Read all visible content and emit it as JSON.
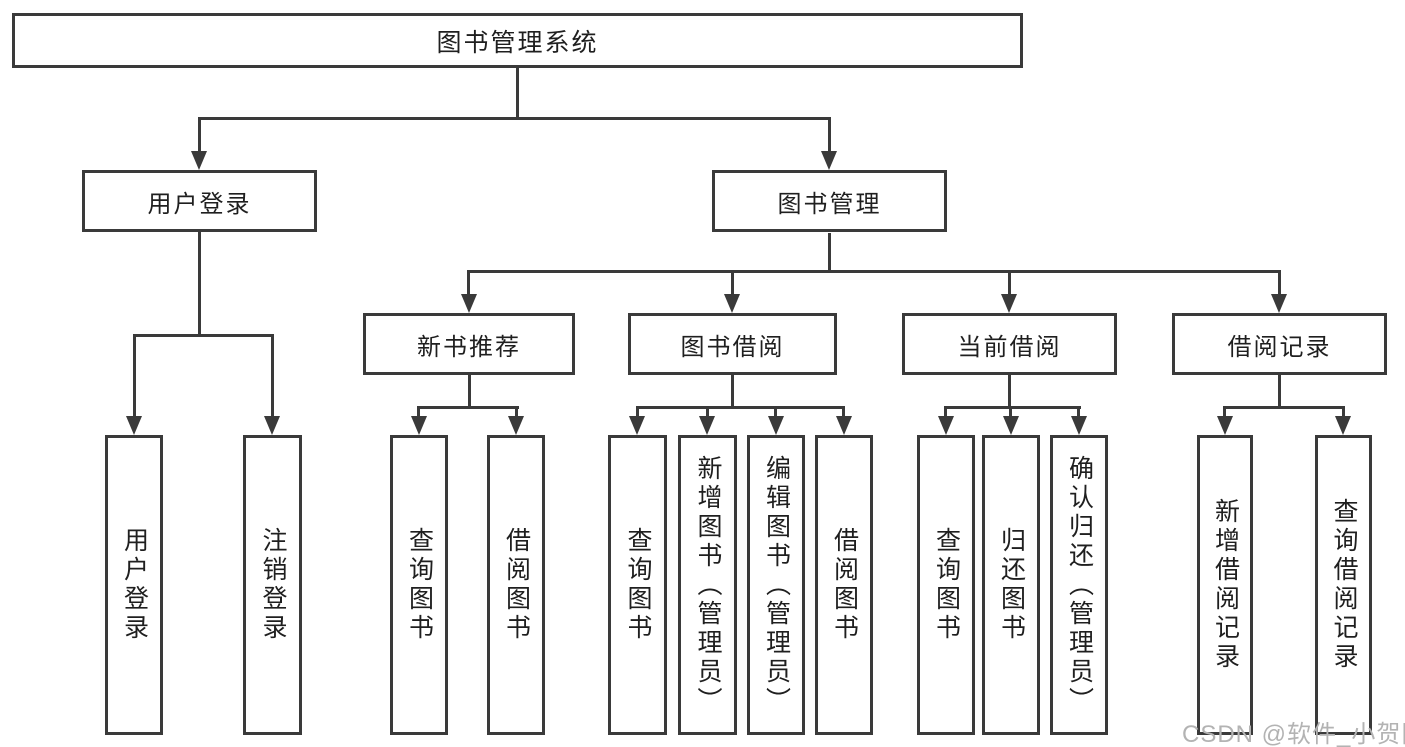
{
  "tree": {
    "label": "图书管理系统",
    "children": [
      {
        "label": "用户登录",
        "children": [
          {
            "label": "用户登录"
          },
          {
            "label": "注销登录"
          }
        ]
      },
      {
        "label": "图书管理",
        "children": [
          {
            "label": "新书推荐",
            "children": [
              {
                "label": "查询图书"
              },
              {
                "label": "借阅图书"
              }
            ]
          },
          {
            "label": "图书借阅",
            "children": [
              {
                "label": "查询图书"
              },
              {
                "label": "新增图书（管理员）"
              },
              {
                "label": "编辑图书（管理员）"
              },
              {
                "label": "借阅图书"
              }
            ]
          },
          {
            "label": "当前借阅",
            "children": [
              {
                "label": "查询图书"
              },
              {
                "label": "归还图书"
              },
              {
                "label": "确认归还（管理员）"
              }
            ]
          },
          {
            "label": "借阅记录",
            "children": [
              {
                "label": "新增借阅记录"
              },
              {
                "label": "查询借阅记录"
              }
            ]
          }
        ]
      }
    ]
  },
  "watermark": {
    "text": "CSDN @软件_小贺同学"
  },
  "colors": {
    "line": "#3a3a3a",
    "text": "#1f1f1f",
    "watermark": "#b3b3b3",
    "background": "#ffffff"
  }
}
